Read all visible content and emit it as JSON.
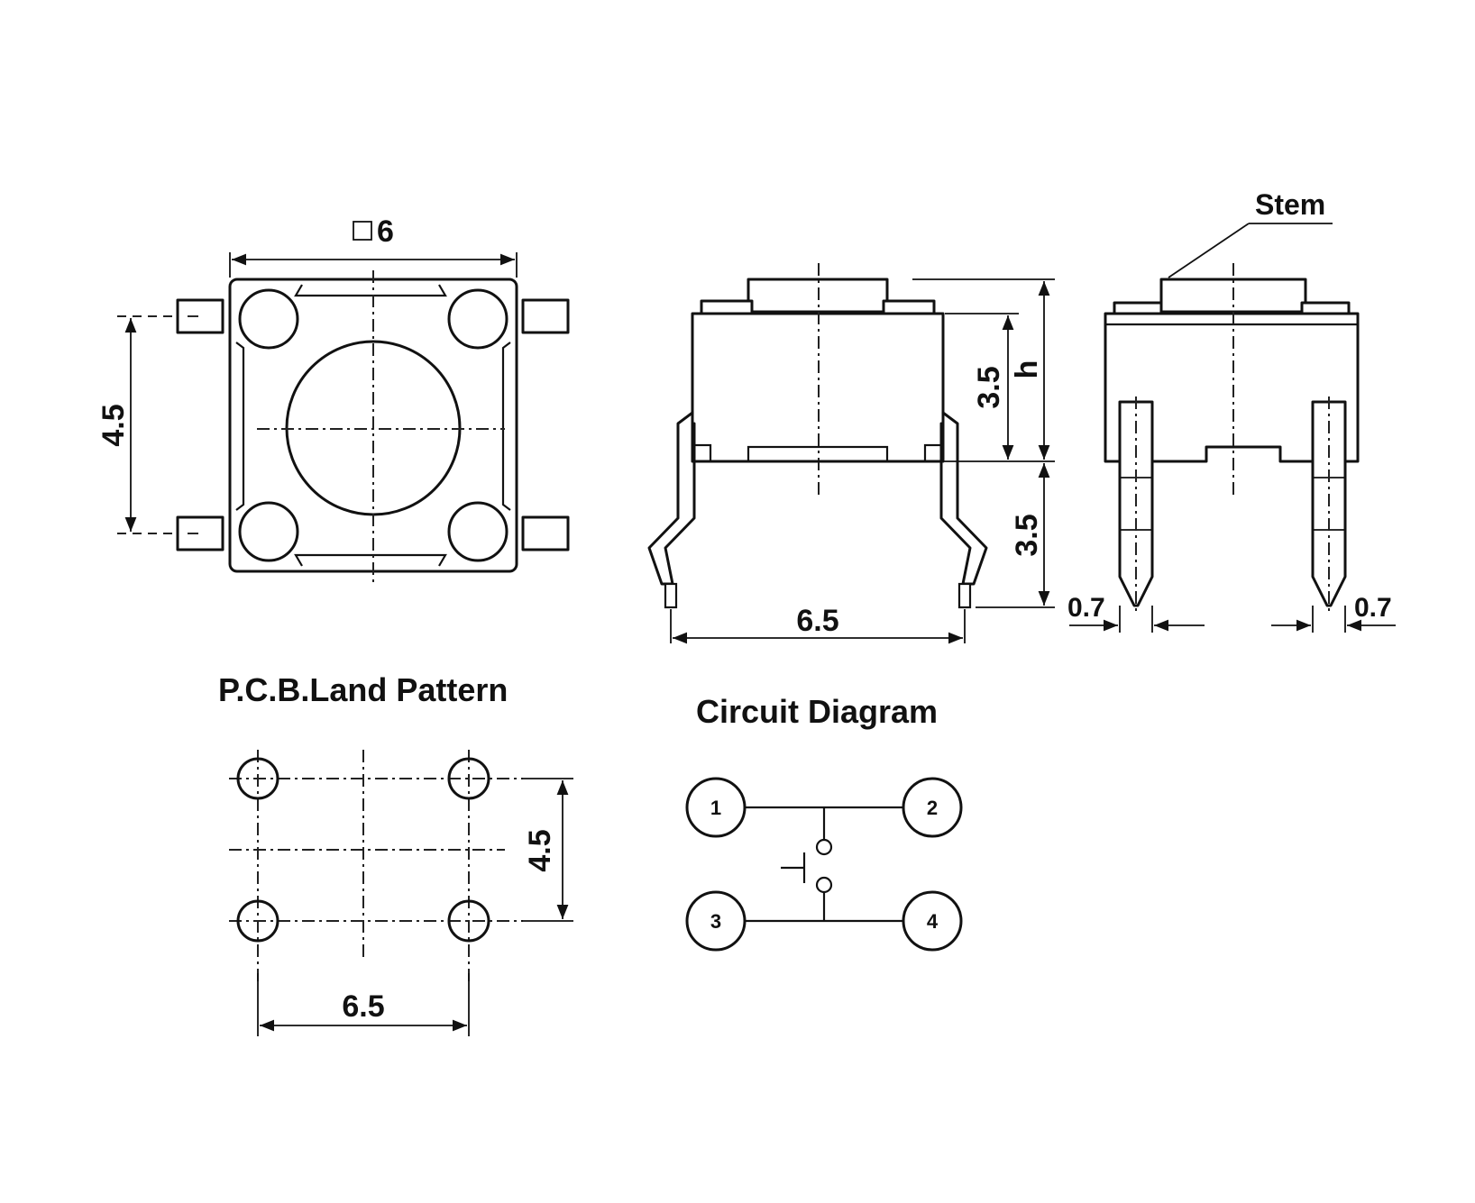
{
  "top_view": {
    "width_label": "6",
    "pitch_label": "4.5"
  },
  "front_view": {
    "body_height_label": "3.5",
    "overall_height_label": "h",
    "lead_length_label": "3.5",
    "lead_span_label": "6.5"
  },
  "side_view": {
    "stem_label": "Stem",
    "lead_width_left": "0.7",
    "lead_width_right": "0.7"
  },
  "pcb_land_pattern": {
    "title": "P.C.B.Land Pattern",
    "pitch_vertical": "4.5",
    "pitch_horizontal": "6.5"
  },
  "circuit_diagram": {
    "title": "Circuit Diagram",
    "pins": [
      "1",
      "2",
      "3",
      "4"
    ]
  }
}
